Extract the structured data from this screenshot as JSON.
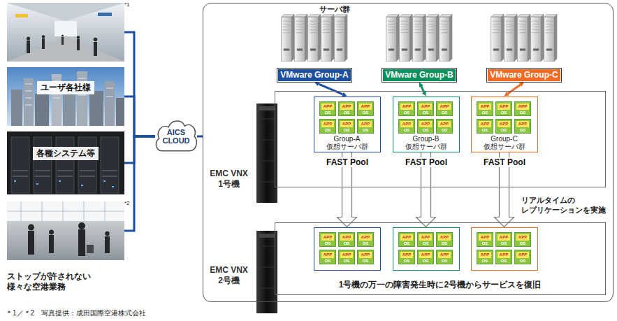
{
  "diagram": {
    "nodes": [
      {
        "text": [
          "*1"
        ]
      },
      {
        "text": [
          "ユーザ各社様"
        ]
      },
      {
        "text": [
          "各種システム等"
        ]
      },
      {
        "text": [
          "*2",
          "ストップが許されない 様々な空港業務"
        ]
      },
      {
        "text": [
          "AICS CLOUD"
        ]
      },
      {
        "text": [
          "サーバ群"
        ]
      },
      {
        "text": [
          "VMware Group-A"
        ],
        "in": 5
      },
      {
        "text": [
          "VMware Group-B"
        ],
        "in": 5
      },
      {
        "text": [
          "VMware Group-C"
        ],
        "in": 5
      },
      {
        "text": [
          "EMC VNX 1号機"
        ],
        "in": 5
      },
      {
        "text": [
          "Group-A 仮想サーバ群"
        ],
        "in": 9
      },
      {
        "text": [
          "APP",
          "OS"
        ],
        "in": 10
      },
      {
        "text": [
          "APP",
          "OS"
        ],
        "in": 10
      },
      {
        "text": [
          "APP",
          "OS"
        ],
        "in": 10
      },
      {
        "text": [
          "APP",
          "OS"
        ],
        "in": 10
      },
      {
        "text": [
          "APP",
          "OS"
        ],
        "in": 10
      },
      {
        "text": [
          "APP",
          "OS"
        ],
        "in": 10
      },
      {
        "text": [
          "Group-B 仮想サーバ群"
        ],
        "in": 9
      },
      {
        "text": [
          "APP",
          "OS"
        ],
        "in": 17
      },
      {
        "text": [
          "APP",
          "OS"
        ],
        "in": 17
      },
      {
        "text": [
          "APP",
          "OS"
        ],
        "in": 17
      },
      {
        "text": [
          "APP",
          "OS"
        ],
        "in": 17
      },
      {
        "text": [
          "APP",
          "OS"
        ],
        "in": 17
      },
      {
        "text": [
          "APP",
          "OS"
        ],
        "in": 17
      },
      {
        "text": [
          "Group-C 仮想サーバ群"
        ],
        "in": 9
      },
      {
        "text": [
          "APP",
          "OS"
        ],
        "in": 24
      },
      {
        "text": [
          "APP",
          "OS"
        ],
        "in": 24
      },
      {
        "text": [
          "APP",
          "OS"
        ],
        "in": 24
      },
      {
        "text": [
          "APP",
          "OS"
        ],
        "in": 24
      },
      {
        "text": [
          "APP",
          "OS"
        ],
        "in": 24
      },
      {
        "text": [
          "APP",
          "OS"
        ],
        "in": 24
      },
      {
        "text": [
          "EMC VNX 2号機",
          "1号機の万一の障害発生時に2号機からサービスを復旧"
        ],
        "in": 5
      },
      {
        "text": [],
        "in": 31
      },
      {
        "text": [
          "APP",
          "OS"
        ],
        "in": 32
      },
      {
        "text": [
          "APP",
          "OS"
        ],
        "in": 32
      },
      {
        "text": [
          "APP",
          "OS"
        ],
        "in": 32
      },
      {
        "text": [
          "APP",
          "OS"
        ],
        "in": 32
      },
      {
        "text": [
          "APP",
          "OS"
        ],
        "in": 32
      },
      {
        "text": [
          "APP",
          "OS"
        ],
        "in": 32
      },
      {
        "text": [],
        "in": 31
      },
      {
        "text": [
          "APP",
          "OS"
        ],
        "in": 39
      },
      {
        "text": [
          "APP",
          "OS"
        ],
        "in": 39
      },
      {
        "text": [
          "APP",
          "OS"
        ],
        "in": 39
      },
      {
        "text": [
          "APP",
          "OS"
        ],
        "in": 39
      },
      {
        "text": [
          "APP",
          "OS"
        ],
        "in": 39
      },
      {
        "text": [
          "APP",
          "OS"
        ],
        "in": 39
      },
      {
        "text": [],
        "in": 31
      },
      {
        "text": [
          "APP",
          "OS"
        ],
        "in": 46
      },
      {
        "text": [
          "APP",
          "OS"
        ],
        "in": 46
      },
      {
        "text": [
          "APP",
          "OS"
        ],
        "in": 46
      },
      {
        "text": [
          "APP",
          "OS"
        ],
        "in": 46
      },
      {
        "text": [
          "APP",
          "OS"
        ],
        "in": 46
      },
      {
        "text": [
          "APP",
          "OS"
        ],
        "in": 46
      }
    ],
    "edges": [
      {
        "from": 0,
        "to": 4,
        "arrow": "none"
      },
      {
        "from": 1,
        "to": 4,
        "arrow": "none"
      },
      {
        "from": 2,
        "to": 4,
        "arrow": "none"
      },
      {
        "from": 3,
        "to": 4,
        "arrow": "none"
      },
      {
        "from": 4,
        "to": 5,
        "arrow": "none"
      },
      {
        "from": 6,
        "to": 10,
        "arrow": "both"
      },
      {
        "from": 7,
        "to": 17,
        "arrow": "both"
      },
      {
        "from": 8,
        "to": 24,
        "arrow": "both"
      },
      {
        "from": 10,
        "to": 32,
        "arrow": "to"
      },
      {
        "from": 17,
        "to": 39,
        "arrow": "to"
      },
      {
        "from": 24,
        "to": 46,
        "arrow": "to"
      }
    ],
    "labels": [
      "FAST Pool",
      "FAST Pool",
      "FAST Pool",
      "リアルタイムの レプリケーションを実施",
      "＊1／＊2　写真提供：成田国際空港株式会社"
    ]
  }
}
